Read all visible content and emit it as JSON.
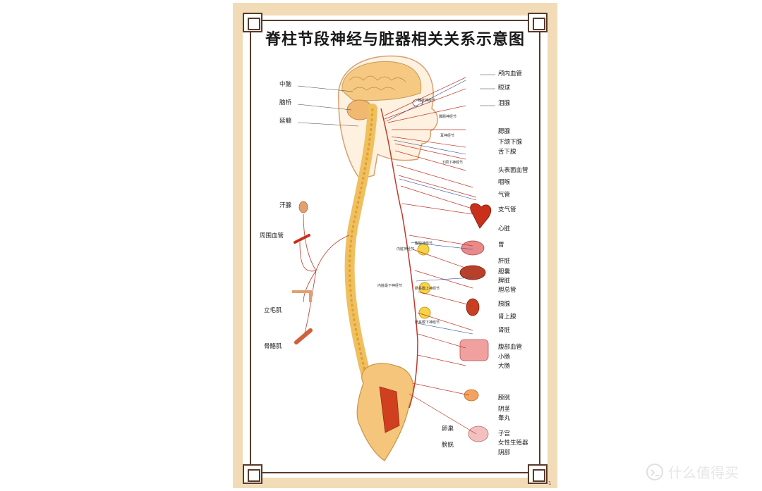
{
  "title": "脊柱节段神经与脏器相关关系示意图",
  "page_number": "1",
  "watermark_text": "什么值得买",
  "colors": {
    "frame": "#f2dcb8",
    "border": "#5a3a2a",
    "bone": "#f0c060",
    "nerve": "#c0392b",
    "vessel": "#2c4a9a"
  },
  "left_labels": [
    "中脑",
    "脑桥",
    "延髓",
    "汗腺",
    "周围血管",
    "立毛肌",
    "骨骼肌"
  ],
  "right_labels": [
    "颅内血管",
    "眼球",
    "泪腺",
    "腮腺",
    "下颌下腺",
    "舌下腺",
    "头表面血管",
    "咽喉",
    "气管",
    "支气管",
    "心脏",
    "胃",
    "肝脏",
    "胆囊",
    "脾脏",
    "胆总管",
    "胰腺",
    "肾上腺",
    "肾脏",
    "腹部血管",
    "小肠",
    "大肠",
    "膀胱",
    "阴茎",
    "睾丸",
    "子宫",
    "女性生殖器",
    "阴部"
  ],
  "lower_left_labels": [
    "卵巢",
    "膀胱"
  ],
  "ganglion_labels": [
    "睫状神经节",
    "翼腭神经节",
    "耳神经节",
    "下颌下神经节",
    "内脏神经节",
    "腹腔神经节",
    "内脏最下神经节",
    "肠系膜上神经节",
    "肠系膜下神经节"
  ]
}
